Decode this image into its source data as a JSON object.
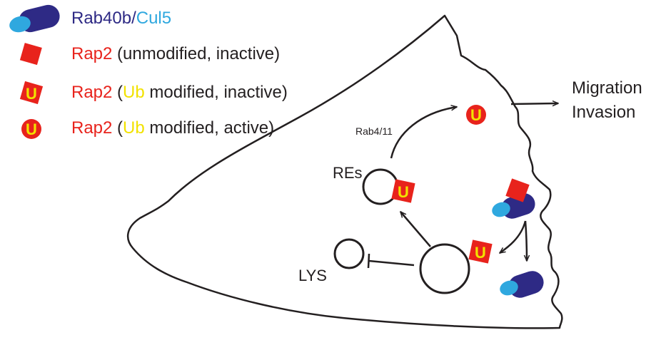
{
  "legend": {
    "rab40b_cul5": {
      "part1": "Rab40b",
      "sep": "/",
      "part2": "Cul5"
    },
    "unmodified": {
      "name": "Rap2",
      "rest": " (unmodified, inactive)"
    },
    "ub_inactive": {
      "name": "Rap2",
      "open": " (",
      "ub": "Ub",
      "rest": " modified, inactive)"
    },
    "ub_active": {
      "name": "Rap2",
      "open": " (",
      "ub": "Ub",
      "rest": " modified, active)"
    }
  },
  "labels": {
    "migration": "Migration",
    "invasion": "Invasion",
    "rab4_11": "Rab4/11",
    "res": "REs",
    "lys": "LYS",
    "ub_glyph": "U"
  },
  "colors": {
    "rab40b": "#2e2a85",
    "cul5": "#2fa8df",
    "rap2": "#e8231c",
    "ub": "#f2e200",
    "outline": "#231f20"
  },
  "icons": [
    "rab40b-cul5-complex-icon",
    "rap2-square-icon",
    "ub-circle-icon"
  ]
}
